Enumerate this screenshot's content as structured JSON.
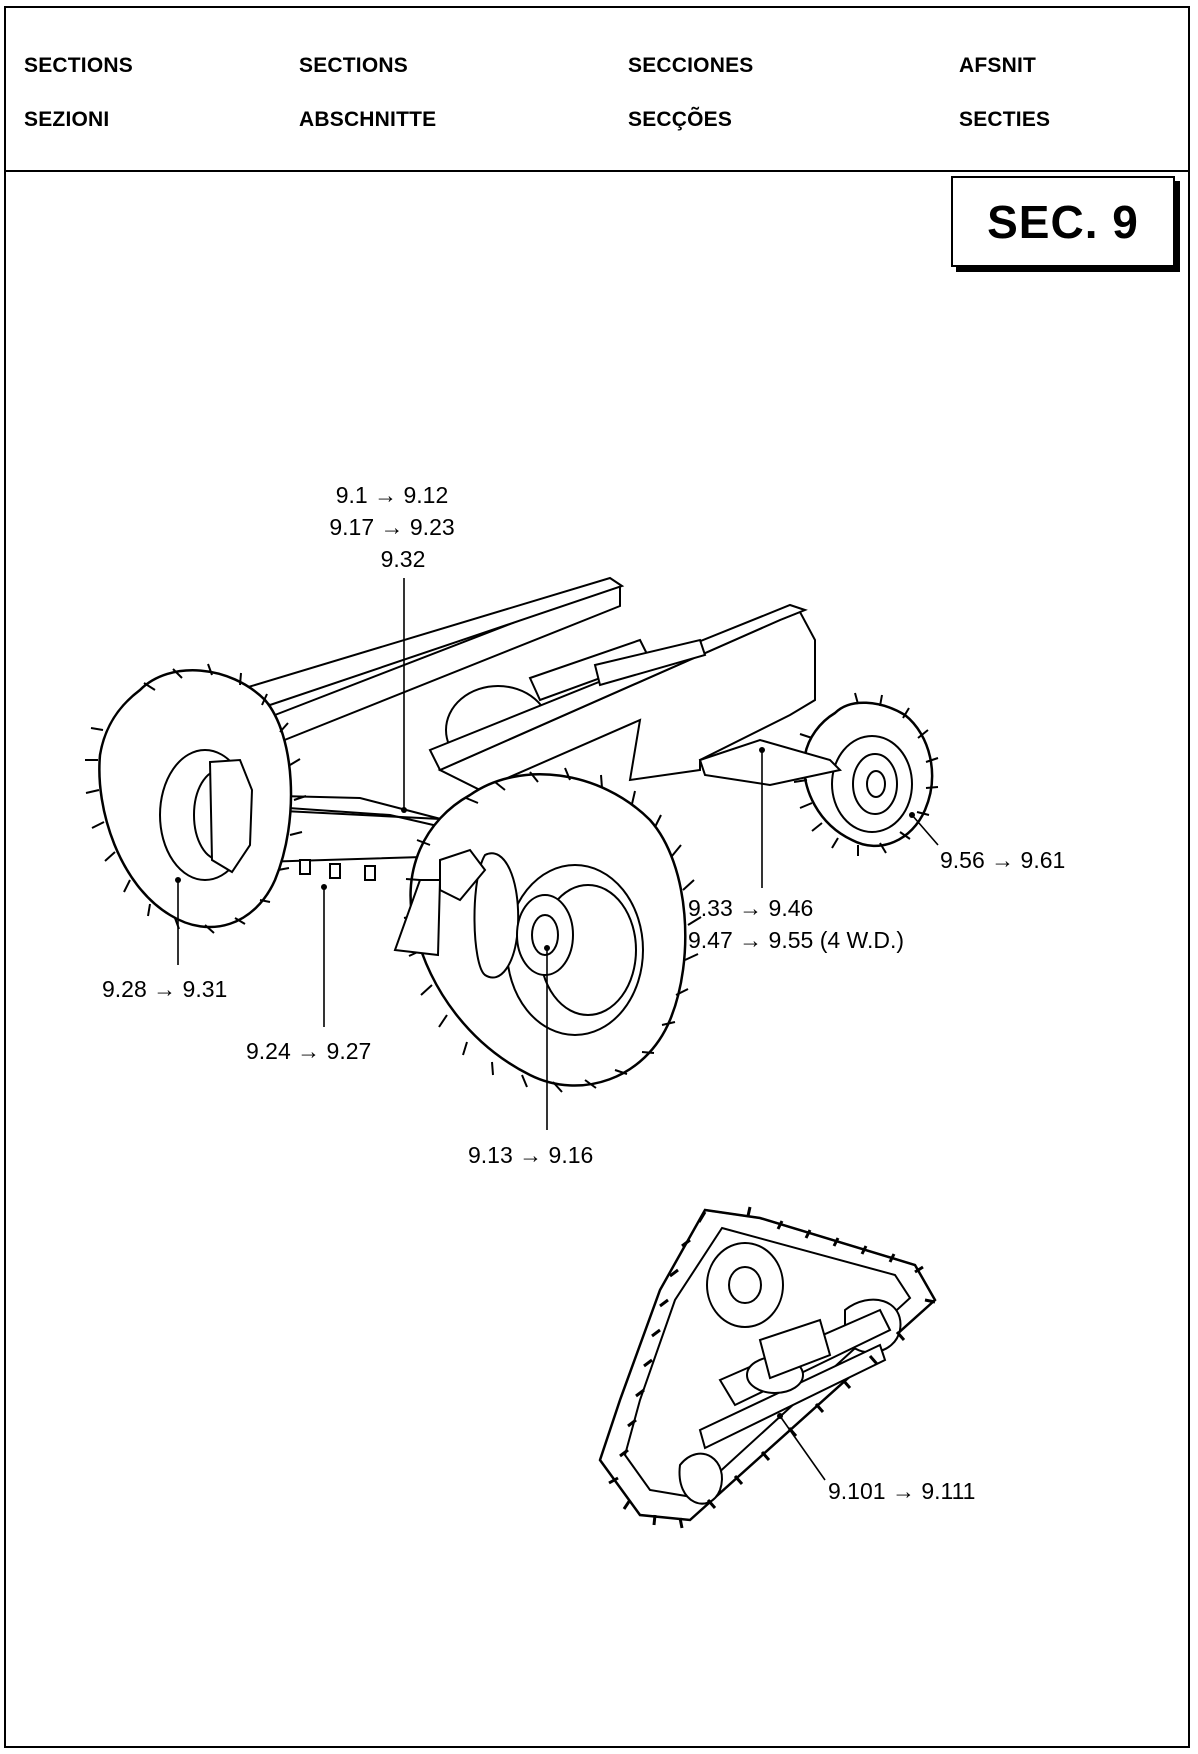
{
  "header": {
    "row1": [
      "SECTIONS",
      "SECTIONS",
      "SECCIONES",
      "AFSNIT"
    ],
    "row2": [
      "SEZIONI",
      "ABSCHNITTE",
      "SECÇÕES",
      "SECTIES"
    ]
  },
  "section_box": "SEC. 9",
  "callouts": {
    "top_1": "9.1 → 9.12",
    "top_2": "9.17 → 9.23",
    "top_3": "9.32",
    "rear_wheel": "9.56 → 9.61",
    "axle_1": "9.33 → 9.46",
    "axle_2": "9.47 → 9.55  (4 W.D.)",
    "left_wheel": "9.28 → 9.31",
    "beam": "9.24 → 9.27",
    "hub": "9.13 → 9.16",
    "track": "9.101 → 9.111"
  }
}
